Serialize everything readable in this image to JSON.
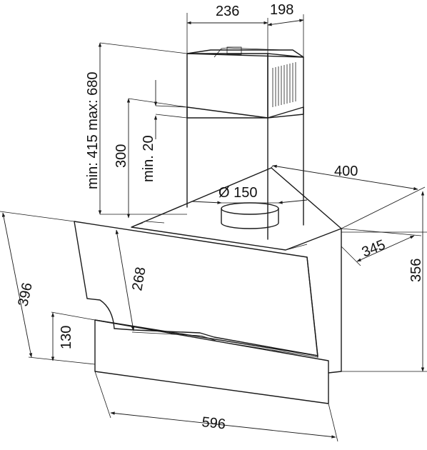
{
  "dimensions": {
    "chimney_width": "236",
    "chimney_depth": "198",
    "chimney_height_range": "min: 415 max: 680",
    "chimney_lower_section": "300",
    "min_overlap": "min. 20",
    "hood_width_top": "400",
    "duct_diameter": "Ø 150",
    "hood_depth": "345",
    "hood_height": "356",
    "glass_height_total": "396",
    "glass_upper_panel": "268",
    "glass_lower_panel": "130",
    "overall_width": "596"
  },
  "colors": {
    "line": "#1a1a1a",
    "background": "#ffffff"
  }
}
